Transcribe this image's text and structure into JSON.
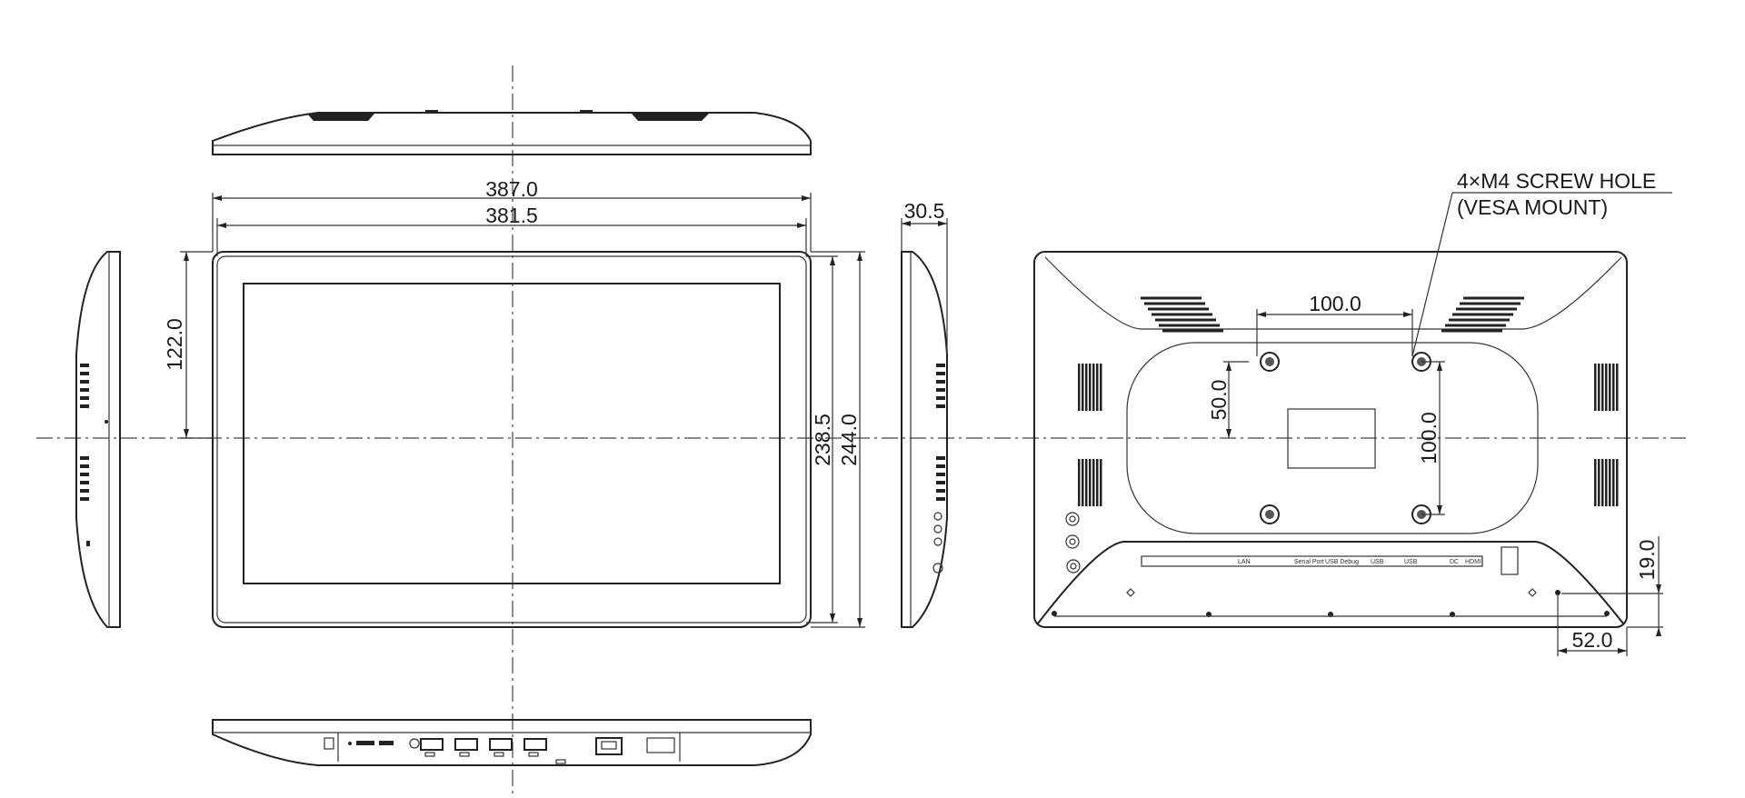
{
  "dimensions": {
    "overall_width": "387.0",
    "screen_width": "381.5",
    "depth": "30.5",
    "half_height": "122.0",
    "screen_height": "238.5",
    "overall_height": "244.0",
    "vesa_horizontal": "100.0",
    "vesa_vertical": "100.0",
    "vesa_offset": "50.0",
    "port_offset_vertical": "19.0",
    "port_offset_horizontal": "52.0"
  },
  "callout": {
    "line1": "4×M4 SCREW HOLE",
    "line2": "(VESA MOUNT)"
  },
  "port_labels": [
    "LAN",
    "Serial Port",
    "USB Debug",
    "USB",
    "USB",
    "DC",
    "HDMI"
  ]
}
